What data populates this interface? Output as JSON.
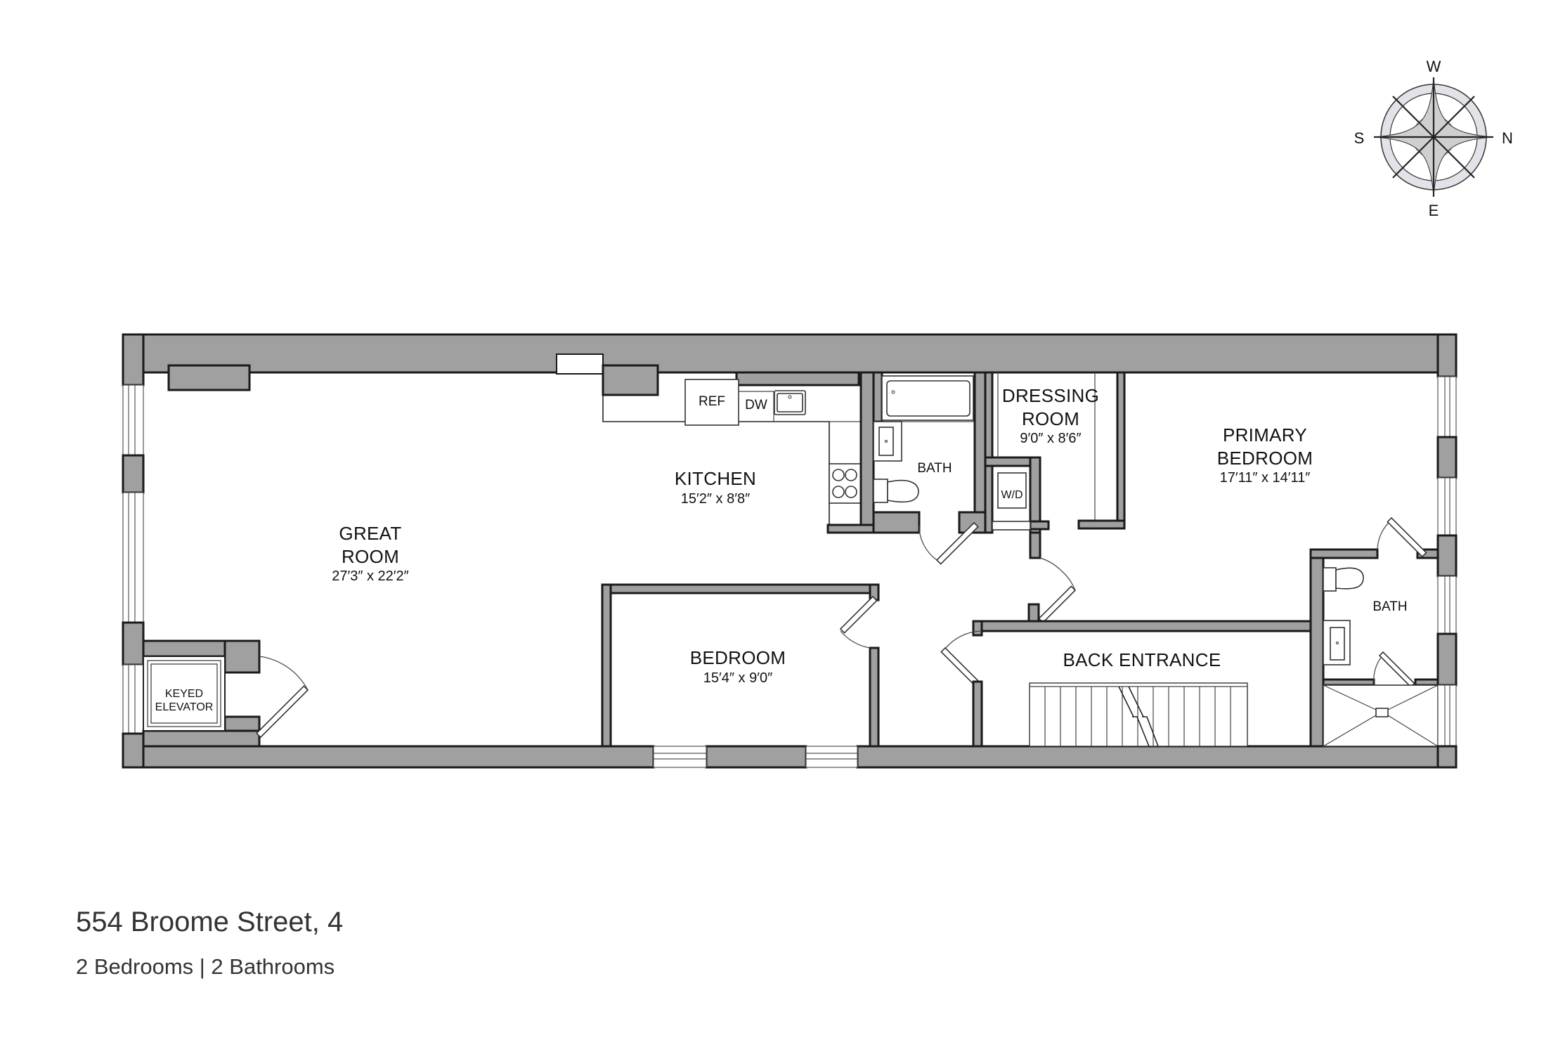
{
  "listing": {
    "title": "554 Broome Street, 4",
    "summary": "2 Bedrooms | 2 Bathrooms"
  },
  "compass": {
    "top": "W",
    "right": "N",
    "bottom": "E",
    "left": "S"
  },
  "rooms": {
    "great_room": {
      "name_line1": "GREAT",
      "name_line2": "ROOM",
      "dimensions": "27′3″ x 22′2″"
    },
    "kitchen": {
      "name": "KITCHEN",
      "dimensions": "15′2″ x 8′8″"
    },
    "bath_1": {
      "name": "BATH"
    },
    "dressing_room": {
      "name_line1": "DRESSING",
      "name_line2": "ROOM",
      "dimensions": "9′0″ x 8′6″"
    },
    "primary_bedroom": {
      "name_line1": "PRIMARY",
      "name_line2": "BEDROOM",
      "dimensions": "17′11″ x 14′11″"
    },
    "bedroom": {
      "name": "BEDROOM",
      "dimensions": "15′4″ x 9′0″"
    },
    "back_entrance": {
      "name": "BACK ENTRANCE"
    },
    "bath_2": {
      "name": "BATH"
    },
    "elevator": {
      "name_line1": "KEYED",
      "name_line2": "ELEVATOR"
    }
  },
  "fixtures": {
    "refrigerator": "REF",
    "dishwasher": "DW",
    "washer_dryer": "W/D"
  },
  "colors": {
    "wall_fill": "#a0a0a0",
    "wall_stroke": "#1a1a1a",
    "text": "#111111",
    "caption": "#333333"
  }
}
